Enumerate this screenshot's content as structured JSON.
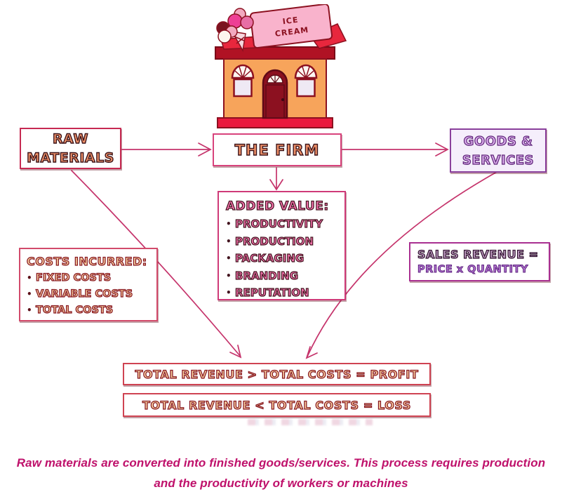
{
  "shop": {
    "sign_line1": "ICE",
    "sign_line2": "CREAM"
  },
  "boxes": {
    "raw_materials": {
      "line1": "RAW",
      "line2": "MATERIALS"
    },
    "the_firm": {
      "label": "THE FIRM"
    },
    "goods_services": {
      "line1": "GOODS &",
      "line2": "SERVICES"
    },
    "added_value": {
      "title": "ADDED VALUE:",
      "items": [
        "PRODUCTIVITY",
        "PRODUCTION",
        "PACKAGING",
        "BRANDING",
        "REPUTATION"
      ]
    },
    "costs_incurred": {
      "title": "COSTS INCURRED:",
      "items": [
        "FIXED COSTS",
        "VARIABLE COSTS",
        "TOTAL COSTS"
      ]
    },
    "sales_revenue": {
      "line1": "SALES REVENUE =",
      "line2": "PRICE x QUANTITY"
    },
    "profit": {
      "label": "TOTAL REVENUE > TOTAL COSTS = PROFIT"
    },
    "loss": {
      "label": "TOTAL REVENUE < TOTAL COSTS = LOSS"
    }
  },
  "caption": "Raw materials are converted into finished goods/services. This process requires production and the productivity of workers or machines",
  "colors": {
    "accent_pink": "#c5336b",
    "purple": "#8a3f9b",
    "dark_red": "#8c1120",
    "wall_orange": "#f7a45b",
    "roof_red": "#b01224",
    "base_red": "#ea1a3e",
    "sign_pink": "#f9b3cc",
    "caption_magenta": "#bf116b"
  }
}
